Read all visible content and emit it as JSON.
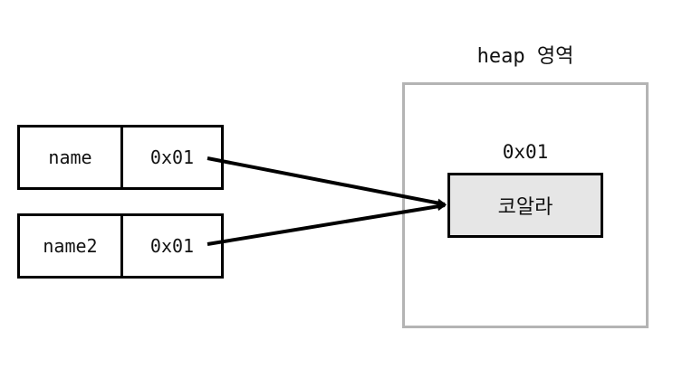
{
  "heap": {
    "label": "heap 영역",
    "address": "0x01",
    "object_value": "코알라"
  },
  "variables": [
    {
      "name": "name",
      "value": "0x01"
    },
    {
      "name": "name2",
      "value": "0x01"
    }
  ],
  "colors": {
    "heap_border": "#b4b4b4",
    "object_fill": "#e6e6e6",
    "stroke": "#000000"
  }
}
